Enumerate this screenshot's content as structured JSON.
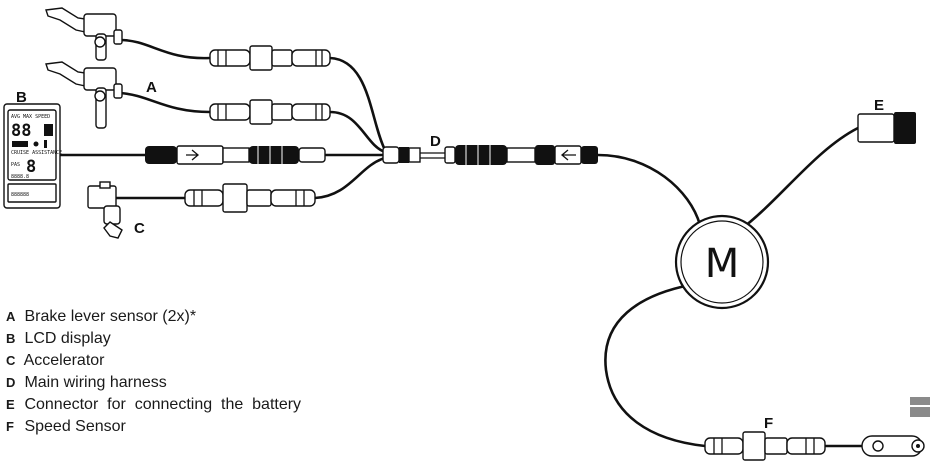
{
  "diagram": {
    "markers": {
      "A": "A",
      "B": "B",
      "C": "C",
      "D": "D",
      "E": "E",
      "F": "F",
      "M": "M"
    },
    "display_text": {
      "modes": "AVG MAX SPEED",
      "speed": "88",
      "assist_label": "PAS",
      "assist_value": "8",
      "cruise": "CRUISE ASSISTANCE",
      "odo": "8888.8",
      "trip": "888888"
    }
  },
  "legend": [
    {
      "key": "A",
      "text": "Brake lever sensor (2x)*"
    },
    {
      "key": "B",
      "text": "LCD display"
    },
    {
      "key": "C",
      "text": "Accelerator"
    },
    {
      "key": "D",
      "text": "Main wiring harness"
    },
    {
      "key": "E",
      "text": "Connector  for  connecting  the  battery"
    },
    {
      "key": "F",
      "text": "Speed Sensor"
    }
  ],
  "colors": {
    "line": "#111111",
    "background": "#ffffff",
    "corner_badge": "#8a8a8a"
  }
}
